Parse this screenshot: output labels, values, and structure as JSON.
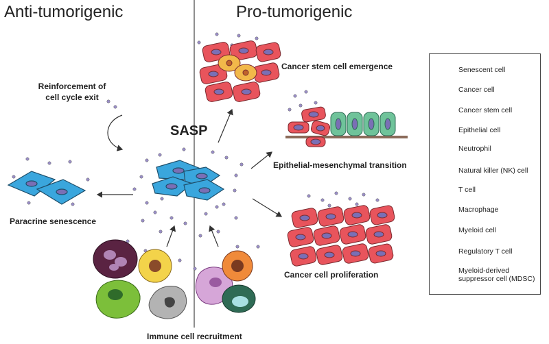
{
  "headings": {
    "anti": "Anti-tumorigenic",
    "pro": "Pro-tumorigenic"
  },
  "center_label": "SASP",
  "labels": {
    "reinforcement": "Reinforcement of\ncell cycle exit",
    "paracrine": "Paracrine senescence",
    "immune": "Immune cell recruitment",
    "stem_emergence": "Cancer stem cell emergence",
    "emt": "Epithelial-mesenchymal transition",
    "proliferation": "Cancer cell proliferation"
  },
  "legend": [
    {
      "label": "Senescent cell",
      "icon": "senescent-cell-icon",
      "fill": "#3aa6dd",
      "nucleus": "#7a6fb5"
    },
    {
      "label": "Cancer cell",
      "icon": "cancer-cell-icon",
      "fill": "#e8545c",
      "nucleus": "#7a6fb5"
    },
    {
      "label": "Cancer stem cell",
      "icon": "cancer-stem-cell-icon",
      "fill": "#f2b84a",
      "nucleus": "#c0632b"
    },
    {
      "label": "Epithelial cell",
      "icon": "epithelial-cell-icon",
      "fill": "#6fc39a",
      "nucleus": "#7a6fb5"
    },
    {
      "label": "Neutrophil",
      "icon": "neutrophil-icon",
      "fill": "#5a2342",
      "nucleus": "#b084b5"
    },
    {
      "label": "Natural killer (NK) cell",
      "icon": "nk-cell-icon",
      "fill": "#7cbf3a",
      "nucleus": "#2f6b2a"
    },
    {
      "label": "T cell",
      "icon": "t-cell-icon",
      "fill": "#f3d34a",
      "nucleus": "#8a4b2a"
    },
    {
      "label": "Macrophage",
      "icon": "macrophage-icon",
      "fill": "#b3b3b3",
      "nucleus": "#444444"
    },
    {
      "label": "Myeloid cell",
      "icon": "myeloid-cell-icon",
      "fill": "#2f6b55",
      "nucleus": "#a9e0e3"
    },
    {
      "label": "Regulatory T cell",
      "icon": "regulatory-t-cell-icon",
      "fill": "#f08a3a",
      "nucleus": "#7a3a20"
    },
    {
      "label": "Myeloid-derived\nsuppressor cell (MDSC)",
      "icon": "mdsc-icon",
      "fill": "#d6a6d8",
      "nucleus": "#9a5aa0"
    }
  ],
  "colors": {
    "senescent": "#3aa6dd",
    "cancer": "#e8545c",
    "stem": "#f2b84a",
    "epithelial": "#6fc39a",
    "nucleus": "#7a6fb5",
    "dot": "#9b8fc9",
    "membrane": "#8b6b5a"
  }
}
